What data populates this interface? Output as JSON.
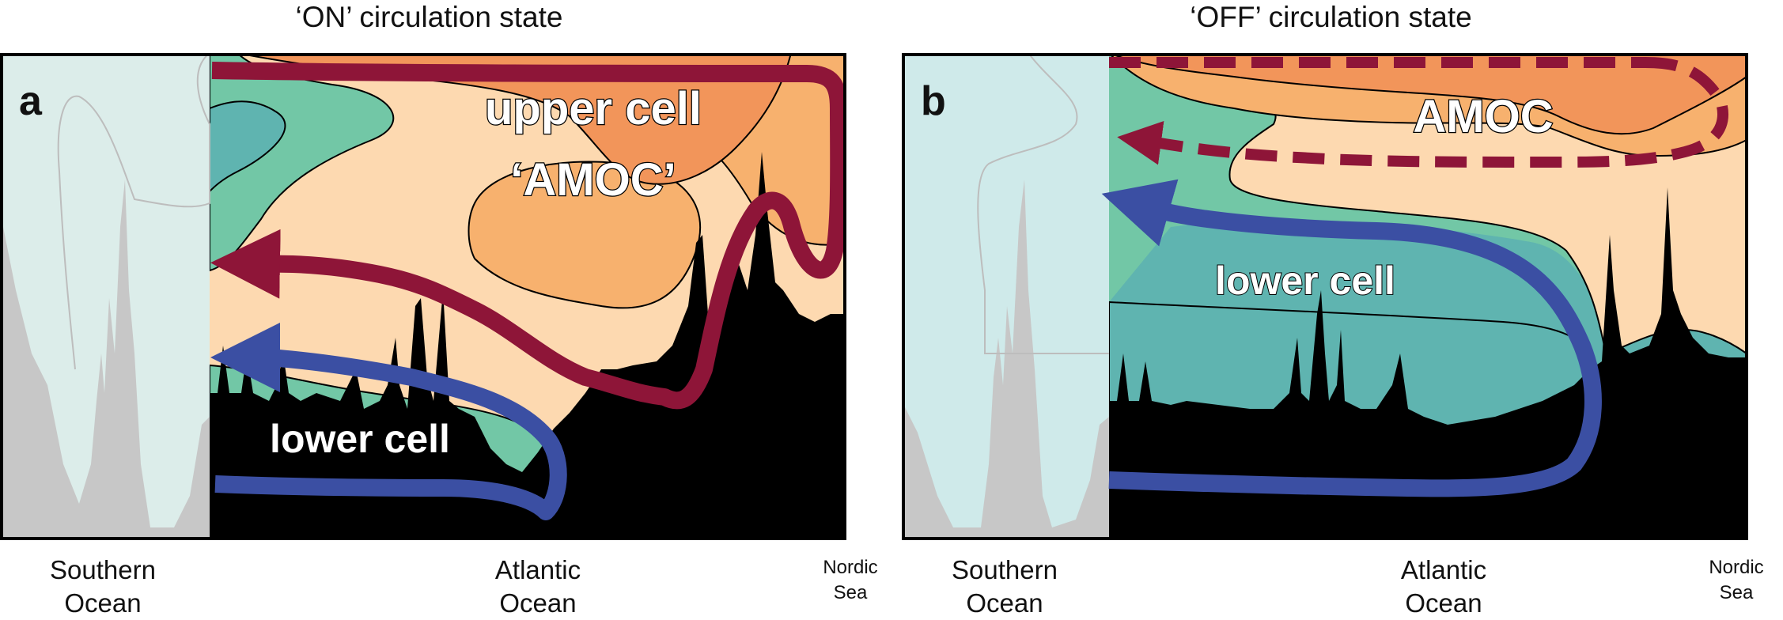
{
  "panels": [
    {
      "title": "‘ON’ circulation state",
      "letter": "a",
      "labels": {
        "upper_cell": "upper cell",
        "amoc": "‘AMOC’",
        "lower_cell": "lower cell"
      }
    },
    {
      "title": "‘OFF’ circulation state",
      "letter": "b",
      "labels": {
        "amoc": "AMOC",
        "lower_cell": "lower cell"
      }
    }
  ],
  "regions": {
    "southern": [
      "Southern",
      "Ocean"
    ],
    "atlantic": [
      "Atlantic",
      "Ocean"
    ],
    "nordic": [
      "Nordic",
      "Sea"
    ]
  },
  "colors": {
    "upper_arrow": "#8e1538",
    "lower_arrow": "#3b4fa3",
    "orange_dark": "#f2955a",
    "orange_mid": "#f7b16e",
    "peach": "#fdd9b0",
    "green": "#72c7a6",
    "teal": "#5fb4b0",
    "topography": "#000000",
    "southern_overlay": "#d9efef",
    "southern_ridge": "#c7c7c7"
  }
}
